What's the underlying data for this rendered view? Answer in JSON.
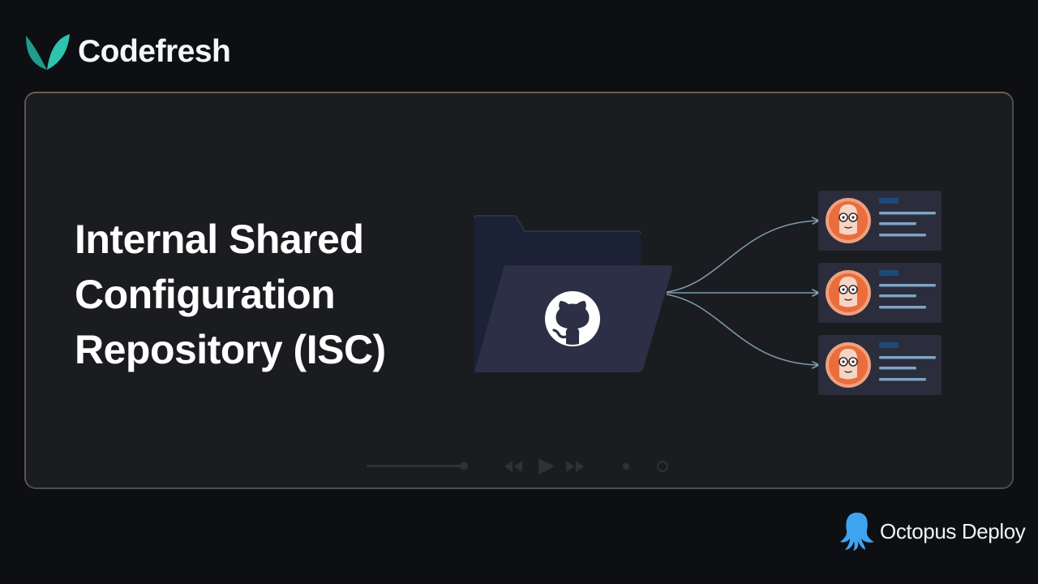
{
  "header": {
    "brand_name": "Codefresh",
    "brand_logo_icon": "codefresh-leaf-logo-icon",
    "brand_color": "#2bb5a3"
  },
  "slide": {
    "title_lines": [
      "Internal Shared",
      "Configuration",
      "Repository (ISC)"
    ],
    "diagram": {
      "source_icon": "github-folder-icon",
      "target_count": 3,
      "target_icon": "argo-avatar-icon",
      "accent_color": "#e96d3d",
      "line_color": "#7d9bb0"
    }
  },
  "footer": {
    "brand_name": "Octopus Deploy",
    "brand_logo_icon": "octopus-logo-icon",
    "brand_color": "#3fa4f0"
  }
}
